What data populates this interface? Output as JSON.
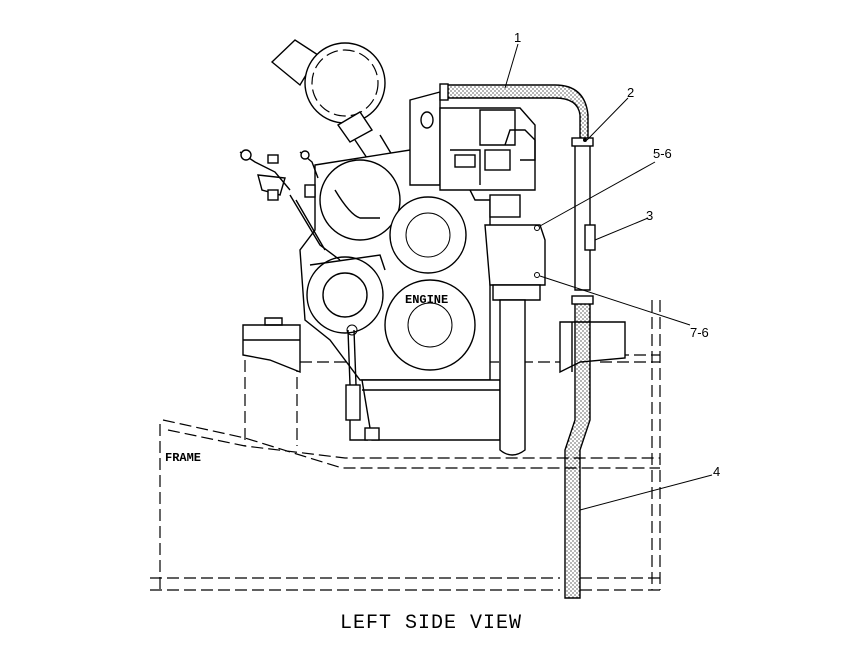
{
  "diagram": {
    "title": "LEFT SIDE VIEW",
    "labels": {
      "engine": "ENGINE",
      "frame": "FRAME"
    },
    "callouts": [
      "1",
      "2",
      "5-6",
      "3",
      "7-6",
      "4"
    ]
  }
}
